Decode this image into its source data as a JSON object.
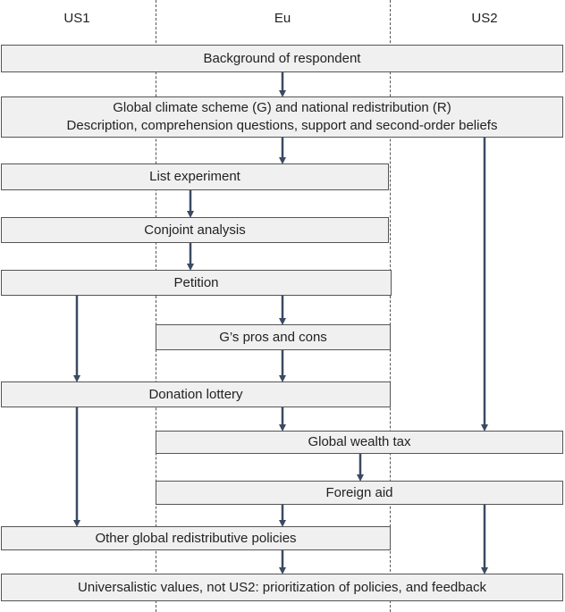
{
  "columns": {
    "us1": "US1",
    "eu": "Eu",
    "us2": "US2"
  },
  "boxes": {
    "background": "Background of respondent",
    "global_scheme_line1": "Global climate scheme (G) and national redistribution (R)",
    "global_scheme_line2": "Description, comprehension questions, support and second-order beliefs",
    "list_experiment": "List experiment",
    "conjoint": "Conjoint analysis",
    "petition": "Petition",
    "pros_cons": "G’s pros and cons",
    "donation": "Donation lottery",
    "wealth_tax": "Global wealth tax",
    "foreign_aid": "Foreign aid",
    "other_policies": "Other global redistributive policies",
    "universalistic": "Universalistic values, not US2: prioritization of policies, and feedback"
  },
  "colors": {
    "box_fill": "#f0f0f0",
    "border": "#555555",
    "arrow": "#3b4a63"
  }
}
